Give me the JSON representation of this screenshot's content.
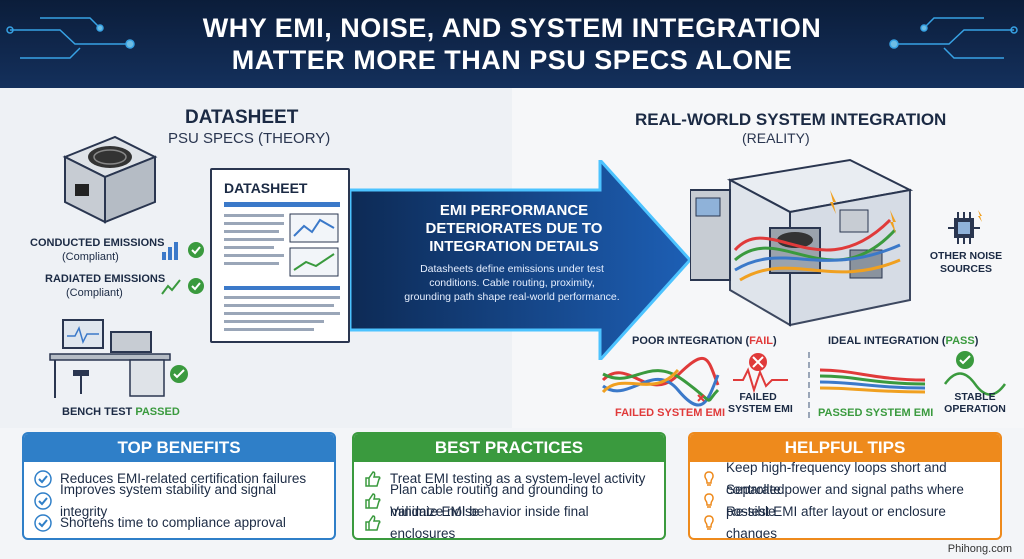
{
  "header": {
    "line1": "WHY EMI, NOISE, AND SYSTEM INTEGRATION",
    "line2": "MATTER MORE THAN PSU SPECS ALONE"
  },
  "left": {
    "title": "DATASHEET",
    "subtitle": "PSU SPECS (THEORY)",
    "sheet_title": "DATASHEET",
    "conducted": "CONDUCTED EMISSIONS",
    "conducted_status": "(Compliant)",
    "radiated": "RADIATED EMISSIONS",
    "radiated_status": "(Compliant)",
    "bench_prefix": "BENCH TEST ",
    "bench_status": "PASSED"
  },
  "arrow": {
    "line1": "EMI PERFORMANCE",
    "line2": "DETERIORATES DUE TO",
    "line3": "INTEGRATION DETAILS",
    "body1": "Datasheets define emissions under test",
    "body2": "conditions. Cable routing, proximity,",
    "body3": "grounding path shape real-world performance."
  },
  "right": {
    "title": "REAL-WORLD SYSTEM INTEGRATION",
    "subtitle": "(REALITY)",
    "other1": "OTHER NOISE",
    "other2": "SOURCES",
    "poor_prefix": "POOR INTEGRATION (",
    "poor_status": "FAIL",
    "poor_suffix": ")",
    "ideal_prefix": "IDEAL INTEGRATION (",
    "ideal_status": "PASS",
    "ideal_suffix": ")",
    "failed_emi": "FAILED SYSTEM EMI",
    "failed_sys1": "FAILED",
    "failed_sys2": "SYSTEM EMI",
    "passed_emi": "PASSED SYSTEM EMI",
    "stable1": "STABLE",
    "stable2": "OPERATION"
  },
  "panels": {
    "benefits": {
      "title": "TOP BENEFITS",
      "color": "#2f7fc8",
      "items": [
        "Reduces EMI-related certification failures",
        "Improves system stability and signal integrity",
        "Shortens time to compliance approval"
      ]
    },
    "practices": {
      "title": "BEST PRACTICES",
      "color": "#3a9a3e",
      "items": [
        "Treat EMI testing as a system-level activity",
        "Plan cable routing and grounding to minimize noise",
        "Validate EMI behavior inside final enclosures"
      ]
    },
    "tips": {
      "title": "HELPFUL TIPS",
      "color": "#ee8a1c",
      "items": [
        "Keep high-frequency loops short and controlled",
        "Separate power and signal paths where possible",
        "Re-test EMI after layout or enclosure changes"
      ]
    }
  },
  "footer": "Phihong.com",
  "icons": [
    "psu-icon",
    "datasheet-icon",
    "bench-icon",
    "check-icon",
    "enclosure-icon",
    "chip-icon",
    "cable-icon",
    "lightbulb-icon",
    "thumbs-up-icon"
  ]
}
